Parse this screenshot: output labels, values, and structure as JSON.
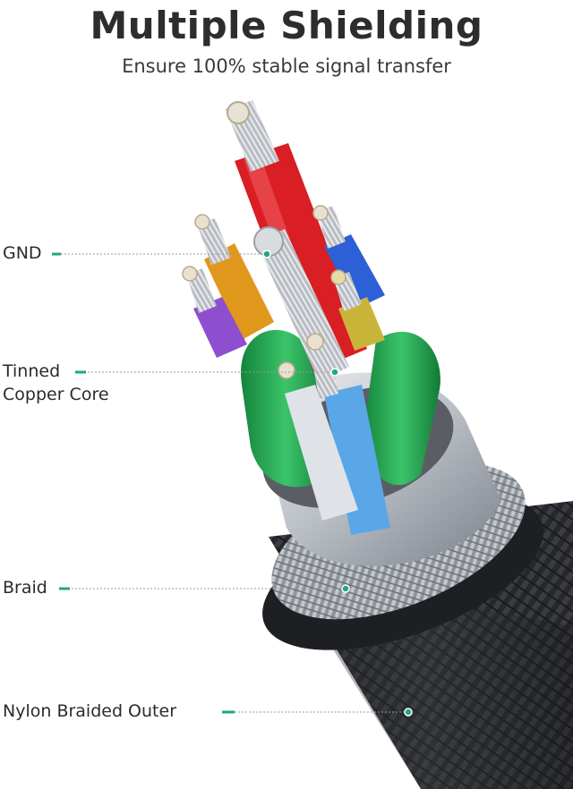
{
  "header": {
    "title": "Multiple Shielding",
    "subtitle": "Ensure 100% stable signal transfer"
  },
  "colors": {
    "accent": "#1ea97c",
    "red_wire": "#d91e24",
    "blue_wire": "#2d5fd6",
    "orange_wire": "#e0981c",
    "purple_wire": "#8d4fcf",
    "yellow_wire": "#c9b43a",
    "light_blue_wire": "#5aa7e8",
    "green_foil": "#22a84f",
    "braid": "#9a9fa6",
    "outer_jacket": "#2a2c30"
  },
  "callouts": [
    {
      "id": "gnd",
      "text": "GND"
    },
    {
      "id": "tinned",
      "line1": "Tinned",
      "line2": "Copper Core"
    },
    {
      "id": "braid",
      "text": "Braid"
    },
    {
      "id": "nylon",
      "text": "Nylon Braided Outer"
    }
  ]
}
